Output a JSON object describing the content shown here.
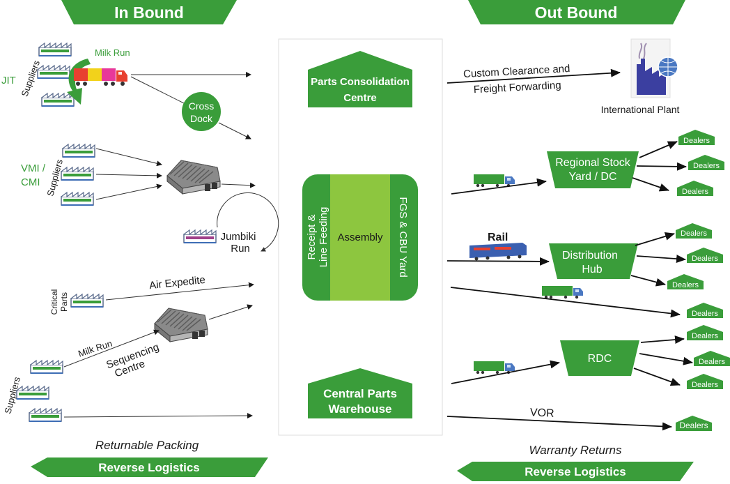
{
  "header": {
    "inbound_title": "In Bound",
    "outbound_title": "Out Bound"
  },
  "inbound": {
    "jit": "JIT",
    "suppliers_top": "Suppliers",
    "milk_run_top": "Milk Run",
    "cross_dock": [
      "Cross",
      "Dock"
    ],
    "vmi_cmi": [
      "VMI /",
      "CMI"
    ],
    "suppliers_mid": "Suppliers",
    "jumbiki_run": [
      "Jumbiki",
      "Run"
    ],
    "critical_parts": [
      "Critical",
      "Parts"
    ],
    "air_expedite": "Air Expedite",
    "milk_run_bottom": "Milk Run",
    "sequencing_centre": [
      "Sequencing",
      "Centre"
    ],
    "suppliers_bottom": "Suppliers",
    "returnable_packing": "Returnable Packing",
    "reverse_logistics": "Reverse Logistics"
  },
  "center": {
    "parts_consolidation": [
      "Parts Consolidation",
      "Centre"
    ],
    "receipt": [
      "Receipt &",
      "Line Feeding"
    ],
    "assembly": "Assembly",
    "fgs": "FGS & CBU Yard",
    "central_parts": [
      "Central Parts",
      "Warehouse"
    ]
  },
  "outbound": {
    "custom_clearance": [
      "Custom Clearance and",
      "Freight Forwarding"
    ],
    "international_plant": "International Plant",
    "regional_stock": [
      "Regional Stock",
      "Yard / DC"
    ],
    "rail": "Rail",
    "distribution_hub": [
      "Distribution",
      "Hub"
    ],
    "rdc": "RDC",
    "vor": "VOR",
    "dealers": "Dealers",
    "warranty_returns": "Warranty Returns",
    "reverse_logistics": "Reverse Logistics"
  },
  "colors": {
    "green": "#3a9d3a",
    "light_green": "#8dc63f",
    "text_green": "#3a9d3a"
  }
}
